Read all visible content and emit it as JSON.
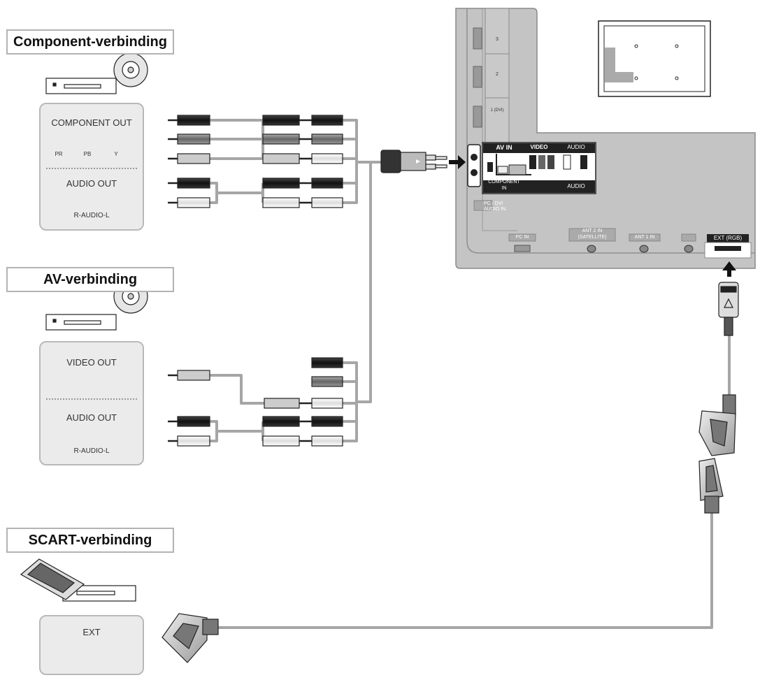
{
  "sections": {
    "component": {
      "title": "Component-verbinding"
    },
    "av": {
      "title": "AV-verbinding"
    },
    "scart": {
      "title": "SCART-verbinding"
    }
  },
  "component_panel": {
    "out_label": "COMPONENT OUT",
    "jacks": [
      "PR",
      "PB",
      "Y"
    ],
    "audio_label": "AUDIO OUT",
    "audio_sub": "R-AUDIO-L"
  },
  "av_panel": {
    "video_label": "VIDEO OUT",
    "audio_label": "AUDIO OUT",
    "audio_sub": "R-AUDIO-L"
  },
  "scart_panel": {
    "label": "EXT"
  },
  "tv": {
    "hdmi_ports": [
      "3",
      "2",
      "1 (DVI)"
    ],
    "av_in": "AV IN",
    "video": "VIDEO",
    "audio_top": "AUDIO",
    "component_in_1": "COMPONENT",
    "component_in_2": "IN",
    "audio_bottom": "AUDIO",
    "pc_dvi_1": "PC / DVI",
    "pc_dvi_2": "AUDIO IN",
    "pc_in": "PC IN",
    "ant2_1": "ANT 2 IN",
    "ant2_2": "(SATELLITE)",
    "ant1": "ANT 1 IN",
    "ext_rgb": "EXT (RGB)"
  },
  "colors": {
    "cable": "#a6a6a6",
    "tv_panel": "#c4c4c4",
    "panel_bg": "#ebebeb",
    "dark": "#1a1a1a"
  }
}
